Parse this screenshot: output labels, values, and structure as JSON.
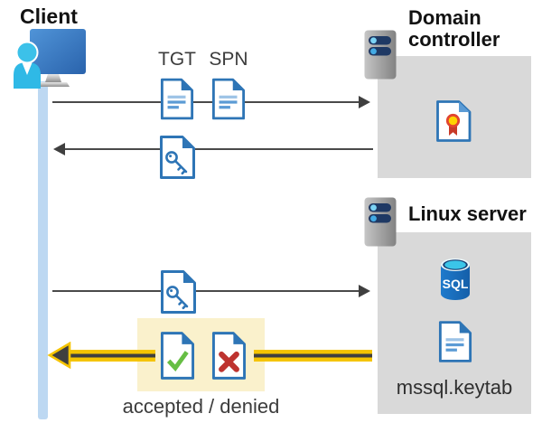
{
  "client": {
    "label": "Client"
  },
  "domain_controller": {
    "label": "Domain controller"
  },
  "linux_server": {
    "label": "Linux server",
    "database_label": "SQL",
    "keytab_file": "mssql.keytab"
  },
  "labels": {
    "tgt": "TGT",
    "spn": "SPN",
    "result": "accepted / denied"
  },
  "colors": {
    "doc_blue": "#2E75B6",
    "doc_line_light": "#9DC3E6",
    "doc_line_mid": "#5B9BD5",
    "accept_green": "#66BE44",
    "deny_red": "#BE332F",
    "cert_red": "#E2452F",
    "cert_yellow": "#FFD400",
    "arrow_gray": "#4A4A4A",
    "result_arrow_yellow": "#F5C400",
    "highlight_yellow": "#FAF1CC",
    "server_box_gray": "#D9D9D9",
    "lifeline_blue": "#BDD8F2",
    "sql_blue": "#1B6FC4",
    "sql_cyan": "#3BC5E8",
    "person_cyan": "#33BCE7",
    "monitor_blue": "#3A7CC4"
  }
}
